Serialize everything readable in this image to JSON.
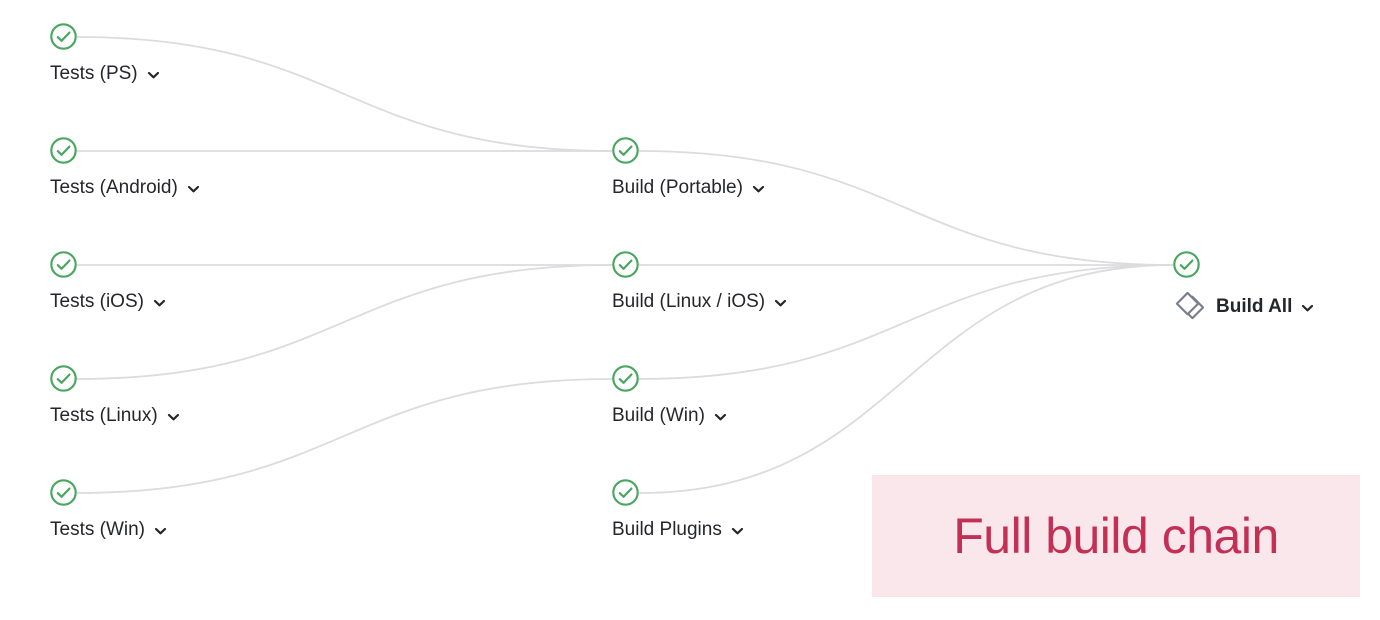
{
  "app": "ci-pipeline-graph",
  "colors": {
    "status_success_green": "#4aa660",
    "edge_gray": "#dcdcde",
    "label_text": "#25262b",
    "trigger_icon_gray": "#7a7e8c",
    "annotation_background": "#f9e7ec",
    "annotation_text": "#c43055"
  },
  "icons": {
    "status_success": "circle-check-icon",
    "dropdown": "chevron-down-icon",
    "trigger_job": "stacked-diamonds-icon"
  },
  "graph": {
    "columns": [
      {
        "name": "tests",
        "jobs": [
          {
            "label": "Tests (PS)",
            "status": "success"
          },
          {
            "label": "Tests (Android)",
            "status": "success"
          },
          {
            "label": "Tests (iOS)",
            "status": "success"
          },
          {
            "label": "Tests (Linux)",
            "status": "success"
          },
          {
            "label": "Tests (Win)",
            "status": "success"
          }
        ]
      },
      {
        "name": "build",
        "jobs": [
          {
            "label": "Build (Portable)",
            "status": "success"
          },
          {
            "label": "Build (Linux / iOS)",
            "status": "success"
          },
          {
            "label": "Build (Win)",
            "status": "success"
          },
          {
            "label": "Build Plugins",
            "status": "success"
          }
        ]
      },
      {
        "name": "final",
        "jobs": [
          {
            "label": "Build All",
            "status": "success",
            "trigger": true
          }
        ]
      }
    ],
    "edges": [
      {
        "from": "Tests (PS)",
        "to": "Build (Portable)"
      },
      {
        "from": "Tests (Android)",
        "to": "Build (Portable)"
      },
      {
        "from": "Tests (iOS)",
        "to": "Build (Linux / iOS)"
      },
      {
        "from": "Tests (Linux)",
        "to": "Build (Linux / iOS)"
      },
      {
        "from": "Tests (Win)",
        "to": "Build (Win)"
      },
      {
        "from": "Build (Portable)",
        "to": "Build All"
      },
      {
        "from": "Build (Linux / iOS)",
        "to": "Build All"
      },
      {
        "from": "Build (Win)",
        "to": "Build All"
      },
      {
        "from": "Build Plugins",
        "to": "Build All"
      }
    ]
  },
  "annotation": {
    "label": "Full build chain"
  }
}
